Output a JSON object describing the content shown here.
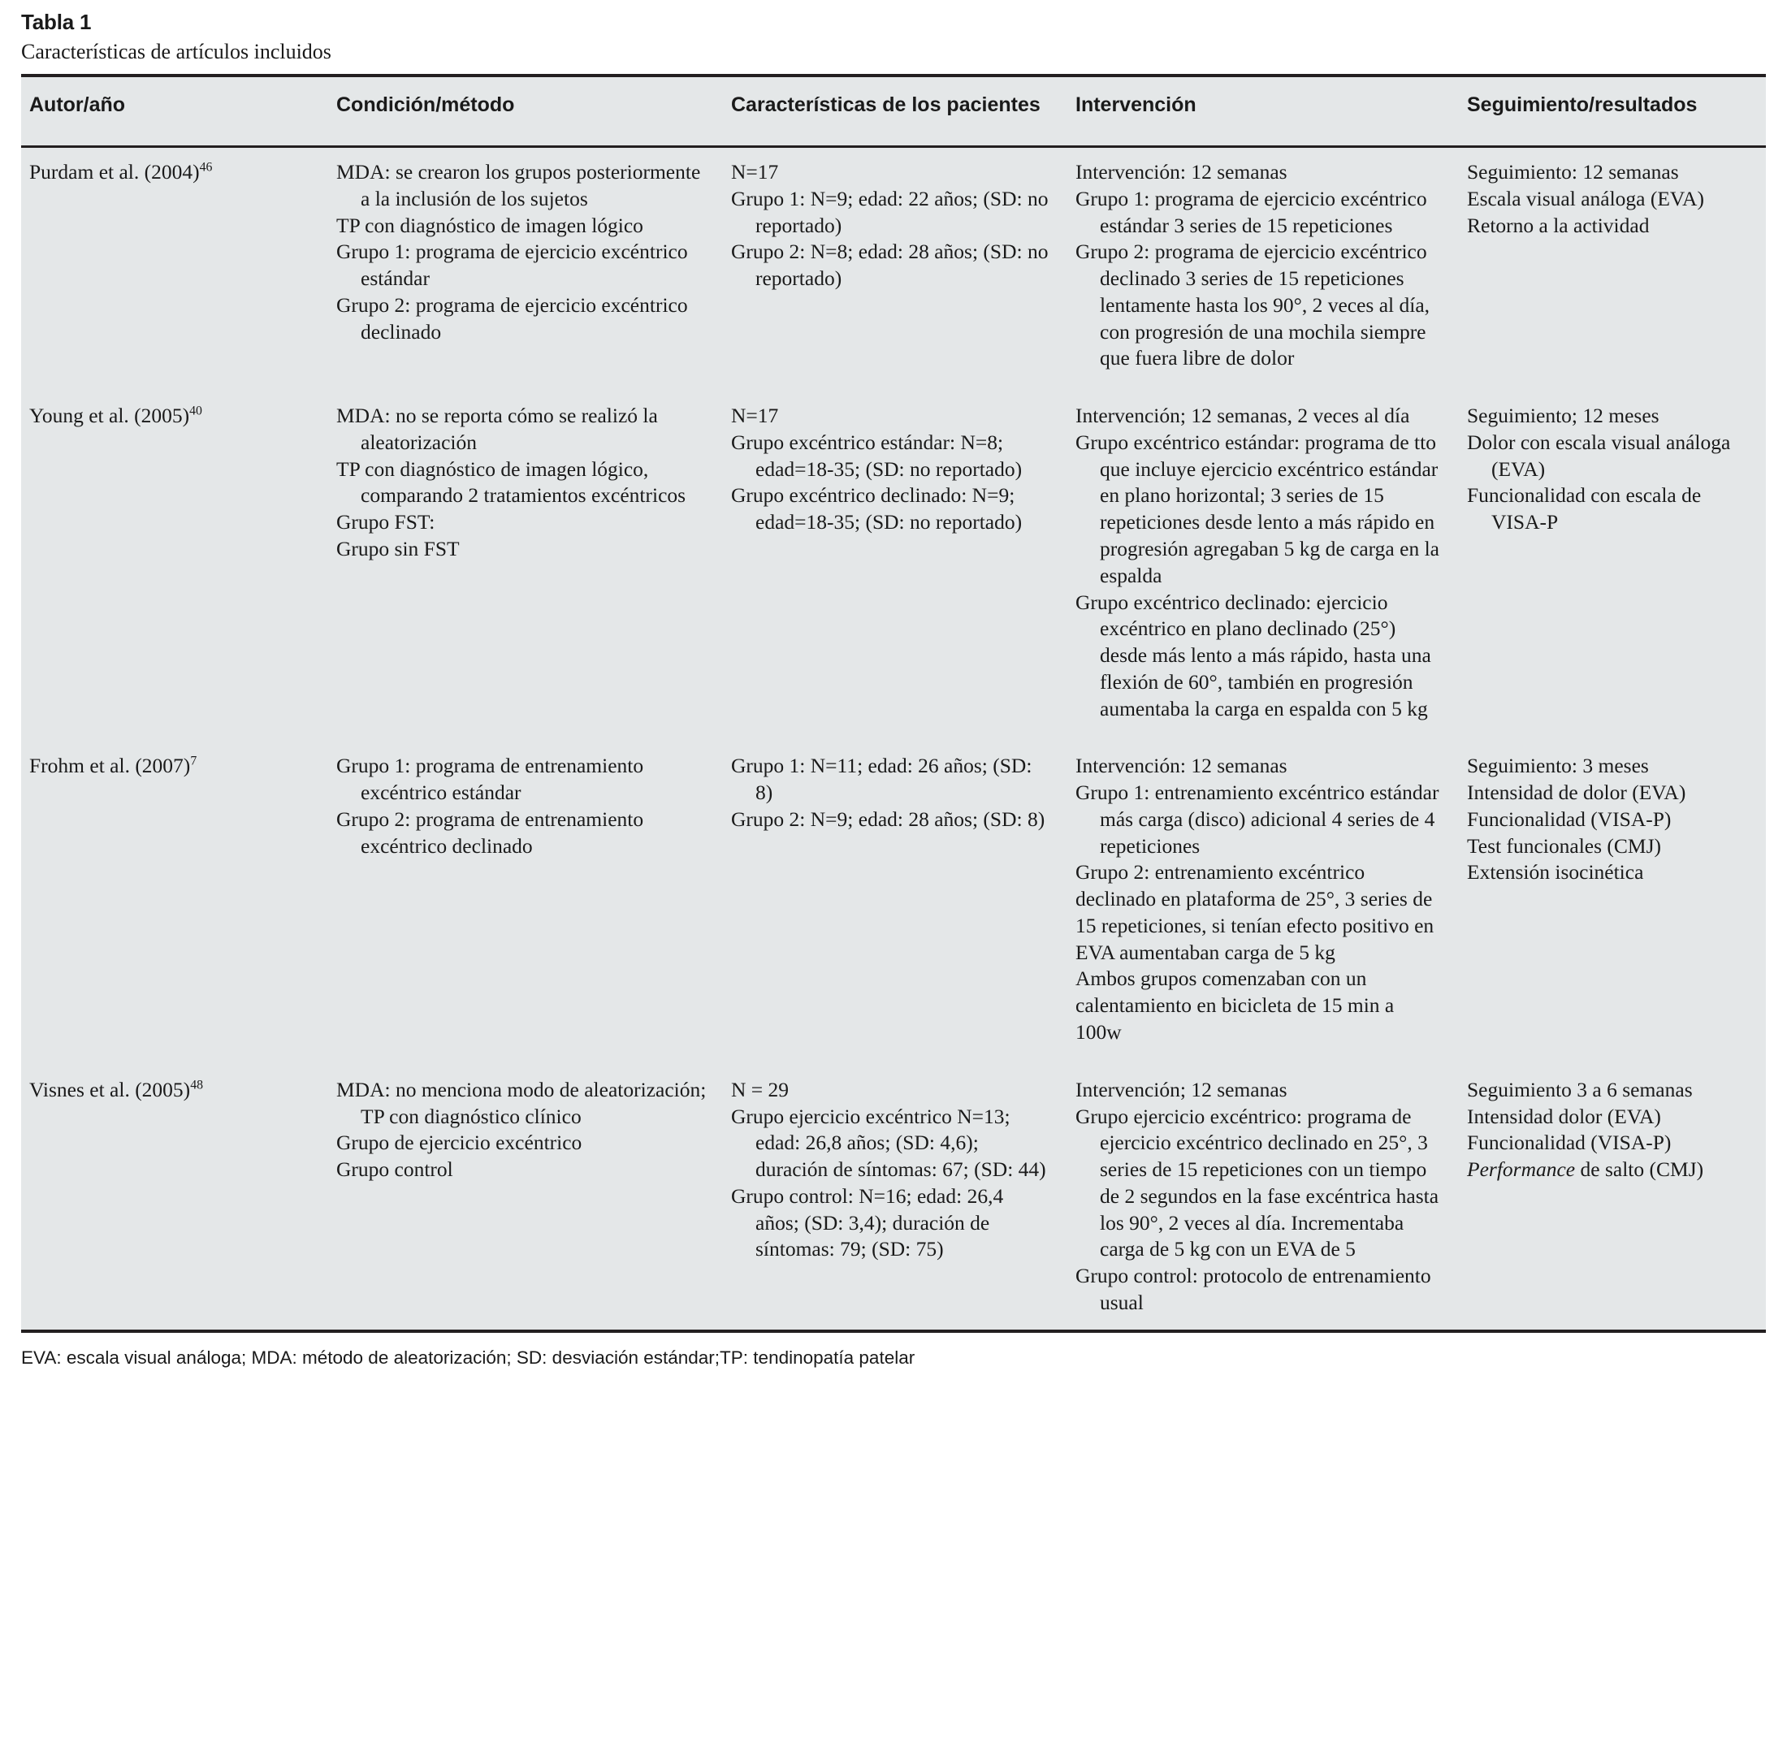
{
  "caption": {
    "label": "Tabla 1",
    "title": "Características de artículos incluidos"
  },
  "table": {
    "headers": [
      "Autor/año",
      "Condición/método",
      "Características de los pacientes",
      "Intervención",
      "Seguimiento/resultados"
    ],
    "rows": [
      {
        "author": "Purdam et al. (2004)",
        "author_ref": "46",
        "condition": [
          "MDA: se crearon los grupos posteriormente a la inclusión de los sujetos",
          "TP con diagnóstico de imagen lógico",
          "Grupo 1: programa de ejercicio excéntrico estándar",
          "Grupo 2: programa de ejercicio excéntrico declinado"
        ],
        "patients": [
          "N=17",
          "Grupo 1: N=9; edad: 22 años; (SD: no reportado)",
          "Grupo 2: N=8; edad: 28 años; (SD: no reportado)"
        ],
        "intervention": [
          "Intervención: 12 semanas",
          "Grupo 1: programa de ejercicio excéntrico estándar 3 series de 15 repeticiones",
          "Grupo 2: programa de ejercicio excéntrico declinado 3 series de 15 repeticiones lentamente hasta los 90°, 2 veces al día, con progresión de una mochila siempre que fuera libre de dolor"
        ],
        "followup": [
          "Seguimiento: 12 semanas",
          "Escala visual análoga (EVA)",
          "Retorno a la actividad"
        ]
      },
      {
        "author": "Young et al. (2005)",
        "author_ref": "40",
        "condition": [
          "MDA: no se reporta cómo se realizó la aleatorización",
          "TP con diagnóstico de imagen lógico, comparando 2 tratamientos excéntricos",
          "Grupo FST:",
          "Grupo sin FST"
        ],
        "patients": [
          "N=17",
          "Grupo excéntrico estándar: N=8; edad=18-35; (SD: no reportado)",
          "Grupo excéntrico declinado: N=9; edad=18-35; (SD: no reportado)"
        ],
        "intervention": [
          "Intervención; 12 semanas, 2 veces al día",
          "Grupo excéntrico estándar: programa de tto que incluye ejercicio excéntrico estándar en plano horizontal; 3 series de 15 repeticiones desde lento a más rápido en progresión agregaban 5 kg de carga en la espalda",
          "Grupo excéntrico declinado: ejercicio excéntrico en plano declinado (25°) desde más lento a más rápido, hasta una flexión de 60°, también en progresión aumentaba la carga en espalda con 5 kg"
        ],
        "followup": [
          "Seguimiento; 12 meses",
          "Dolor con escala visual análoga (EVA)",
          "Funcionalidad con escala de VISA-P"
        ]
      },
      {
        "author": "Frohm et al. (2007)",
        "author_ref": "7",
        "condition": [
          "Grupo 1: programa de entrenamiento excéntrico estándar",
          "Grupo 2: programa de entrenamiento excéntrico declinado"
        ],
        "patients": [
          "Grupo 1: N=11; edad: 26 años; (SD: 8)",
          "Grupo 2: N=9; edad: 28 años; (SD: 8)"
        ],
        "intervention": [
          "Intervención: 12 semanas",
          "Grupo 1: entrenamiento excéntrico estándar más carga (disco) adicional 4 series de 4 repeticiones",
          "Grupo 2: entrenamiento excéntrico declinado en plataforma de 25°, 3 series de 15 repeticiones, si tenían efecto positivo en EVA aumentaban carga de 5 kg",
          "Ambos grupos comenzaban con un calentamiento en bicicleta de 15 min a 100w"
        ],
        "followup": [
          "Seguimiento: 3 meses",
          "Intensidad de dolor (EVA)",
          "Funcionalidad (VISA-P)",
          "Test funcionales (CMJ)",
          "Extensión isocinética"
        ]
      },
      {
        "author": "Visnes et al. (2005)",
        "author_ref": "48",
        "condition": [
          "MDA: no menciona modo de aleatorización; TP con diagnóstico clínico",
          "Grupo de ejercicio excéntrico",
          "Grupo control"
        ],
        "patients": [
          "N = 29",
          "Grupo ejercicio excéntrico N=13; edad: 26,8 años; (SD: 4,6); duración de síntomas: 67; (SD: 44)",
          "Grupo control: N=16; edad: 26,4 años; (SD: 3,4); duración de síntomas: 79; (SD: 75)"
        ],
        "intervention": [
          "Intervención; 12 semanas",
          "Grupo ejercicio excéntrico: programa de ejercicio excéntrico declinado en 25°, 3 series de 15 repeticiones con un tiempo de 2 segundos en la fase excéntrica hasta los 90°, 2 veces al día. Incrementaba carga de 5 kg con un EVA de 5",
          "Grupo control: protocolo de entrenamiento usual"
        ],
        "followup_parts": [
          {
            "text": "Seguimiento 3 a 6 semanas",
            "italic": ""
          },
          {
            "text": "Intensidad dolor (EVA)",
            "italic": ""
          },
          {
            "text": "Funcionalidad (VISA-P)",
            "italic": ""
          },
          {
            "text": " de salto (CMJ)",
            "italic": "Performance"
          }
        ]
      }
    ]
  },
  "footnote": "EVA: escala visual análoga; MDA: método de aleatorización; SD: desviación estándar;TP: tendinopatía patelar"
}
